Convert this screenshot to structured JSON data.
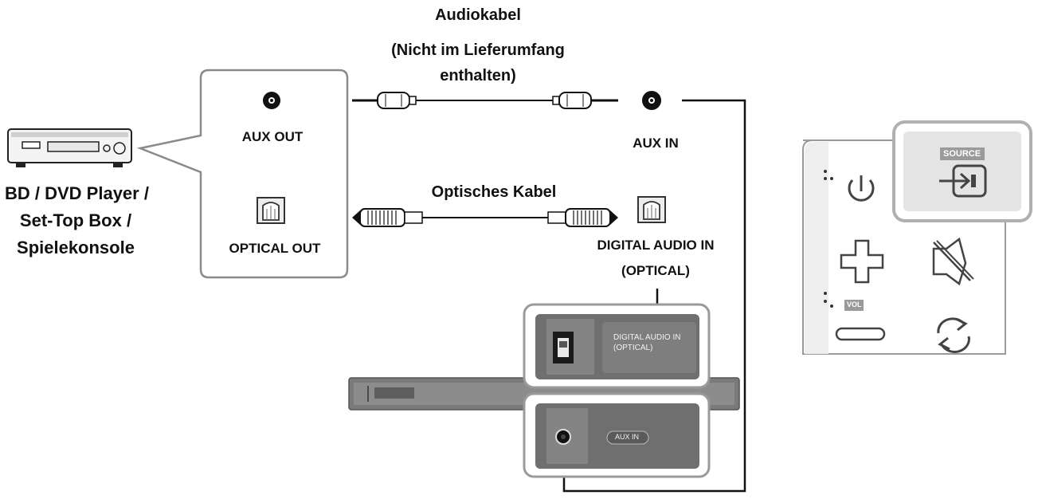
{
  "device": {
    "name_lines": [
      "BD / DVD Player /",
      "Set-Top Box /",
      "Spielekonsole"
    ]
  },
  "aux_cable": {
    "title": "Audiokabel",
    "note_lines": [
      "(Nicht im Lieferumfang",
      "enthalten)"
    ]
  },
  "optical_cable": {
    "title": "Optisches Kabel"
  },
  "ports": {
    "aux_out": "AUX OUT",
    "optical_out": "OPTICAL OUT",
    "aux_in": "AUX IN",
    "digital_in_lines": [
      "DIGITAL AUDIO IN",
      "(OPTICAL)"
    ]
  },
  "soundbar_panel": {
    "digital_label_lines": [
      "DIGITAL AUDIO IN",
      "(OPTICAL)"
    ],
    "aux_label": "AUX IN"
  },
  "remote": {
    "source_label": "SOURCE",
    "vol_label": "VOL"
  },
  "colors": {
    "outline": "#8a8a8a",
    "dark_panel": "#6f6f6f",
    "panel_inner": "#848484",
    "highlight_bg": "#dcdcdc"
  }
}
